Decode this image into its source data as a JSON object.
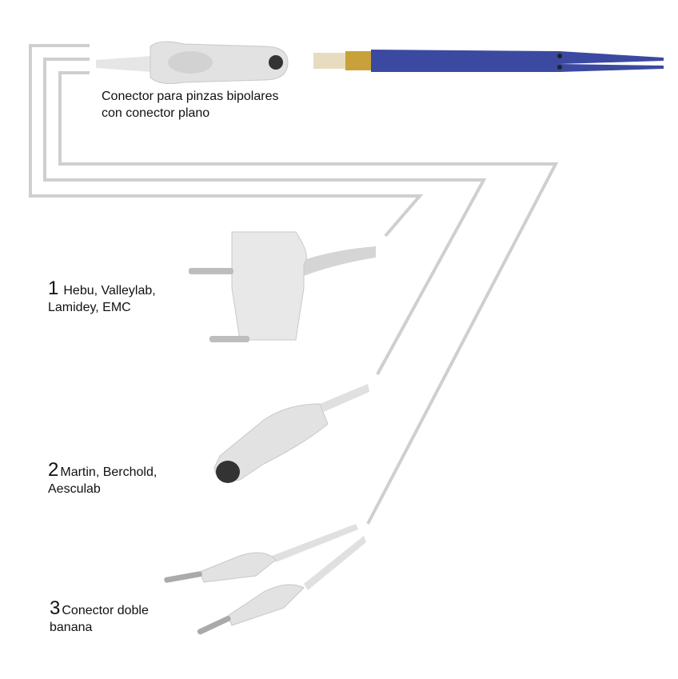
{
  "top_caption": {
    "line1": "Conector para pinzas bipolares",
    "line2": "con conector plano"
  },
  "connectors": [
    {
      "number": "1",
      "line1": "Hebu, Valleylab,",
      "line2": "Lamidey, EMC"
    },
    {
      "number": "2",
      "line1": "Martin, Berchold,",
      "line2": "Aesculab"
    },
    {
      "number": "3",
      "line1": "Conector doble",
      "line2": "banana"
    }
  ],
  "colors": {
    "wire": "#cfcfcf",
    "plug": "#e4e4e4",
    "forceps": "#3b4aa0"
  }
}
